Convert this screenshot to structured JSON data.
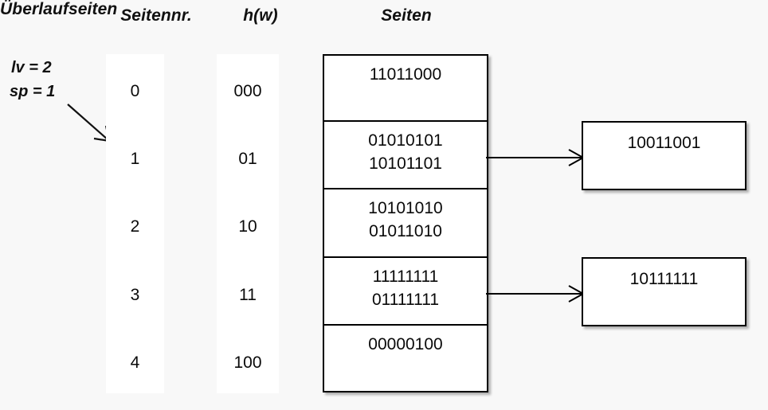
{
  "headers": {
    "seitennr": "Seitennr.",
    "hw": "h(w)",
    "seiten": "Seiten",
    "ueberlaufseiten": "Überlaufseiten"
  },
  "annotations": {
    "lv": "lv = 2",
    "sp": "sp = 1",
    "pointer_icon": "diagonal-arrow-icon"
  },
  "columns": {
    "seitennr": [
      "0",
      "1",
      "2",
      "3",
      "4"
    ],
    "hw": [
      "000",
      "01",
      "10",
      "11",
      "100"
    ]
  },
  "pages": [
    {
      "index": 0,
      "records": [
        "11011000"
      ]
    },
    {
      "index": 1,
      "records": [
        "01010101",
        "10101101"
      ]
    },
    {
      "index": 2,
      "records": [
        "10101010",
        "01011010"
      ]
    },
    {
      "index": 3,
      "records": [
        "11111111",
        "01111111"
      ]
    },
    {
      "index": 4,
      "records": [
        "00000100"
      ]
    }
  ],
  "overflow_pages": [
    {
      "from_page": 1,
      "records": [
        "10011001"
      ]
    },
    {
      "from_page": 3,
      "records": [
        "10111111"
      ]
    }
  ],
  "colors": {
    "background": "#f8f8f8",
    "strip": "#ffffff",
    "border": "#000000",
    "text": "#0a0a0a"
  }
}
